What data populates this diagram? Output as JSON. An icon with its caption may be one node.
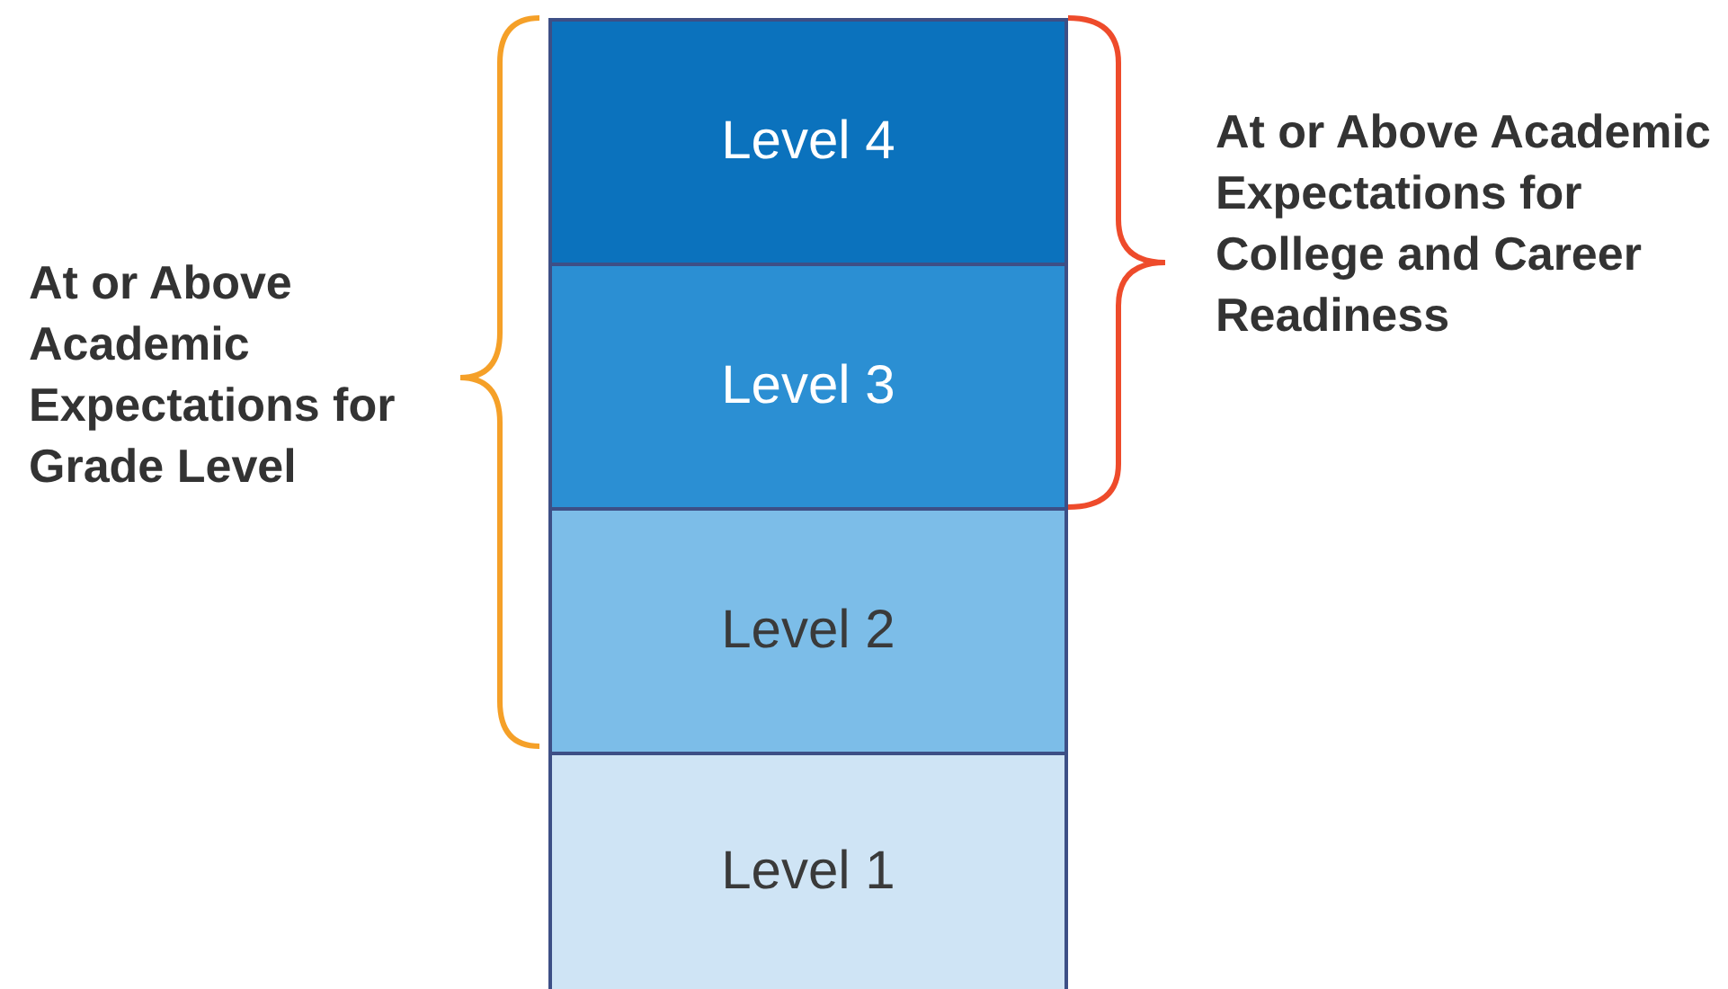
{
  "diagram": {
    "nodes": [
      {
        "text": [
          "Level 4"
        ]
      },
      {
        "text": [
          "Level 3"
        ]
      },
      {
        "text": [
          "Level 2"
        ]
      },
      {
        "text": [
          "Level 1"
        ]
      }
    ],
    "labels": [
      "At or Above Academic Expectations for College and Career Readiness",
      "At or Above Academic Expectations for Grade Level"
    ]
  }
}
